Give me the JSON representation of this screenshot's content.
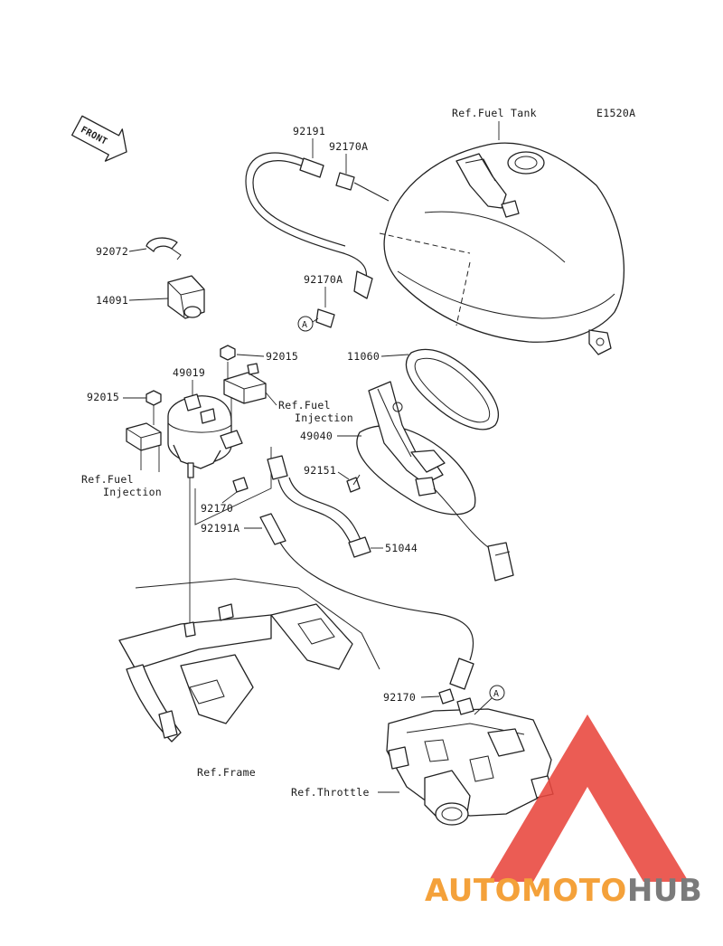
{
  "diagram": {
    "code": "E1520A",
    "front_label": "FRONT",
    "labels": {
      "p92191": "92191",
      "p92170A_top": "92170A",
      "p92072": "92072",
      "p14091": "14091",
      "p92170A_mid": "92170A",
      "callout_a_left": "A",
      "ref_fuel_tank": "Ref.Fuel Tank",
      "p11060": "11060",
      "p92015_top": "92015",
      "p49019": "49019",
      "p92015_left": "92015",
      "ref_fuel_inj_right_1": "Ref.Fuel",
      "ref_fuel_inj_right_2": "Injection",
      "p49040": "49040",
      "ref_fuel_inj_left_1": "Ref.Fuel",
      "ref_fuel_inj_left_2": "Injection",
      "p92151": "92151",
      "p92170": "92170",
      "p92191A": "92191A",
      "p51044": "51044",
      "p92170_bottom": "92170",
      "callout_a_right": "A",
      "ref_frame": "Ref.Frame",
      "ref_throttle": "Ref.Throttle"
    }
  },
  "watermark": {
    "part1": "AUTOMOTO",
    "part2": "HUB",
    "color_orange": "#f4a13a",
    "color_red": "#e8453c",
    "color_grey": "#7b7b7b"
  }
}
